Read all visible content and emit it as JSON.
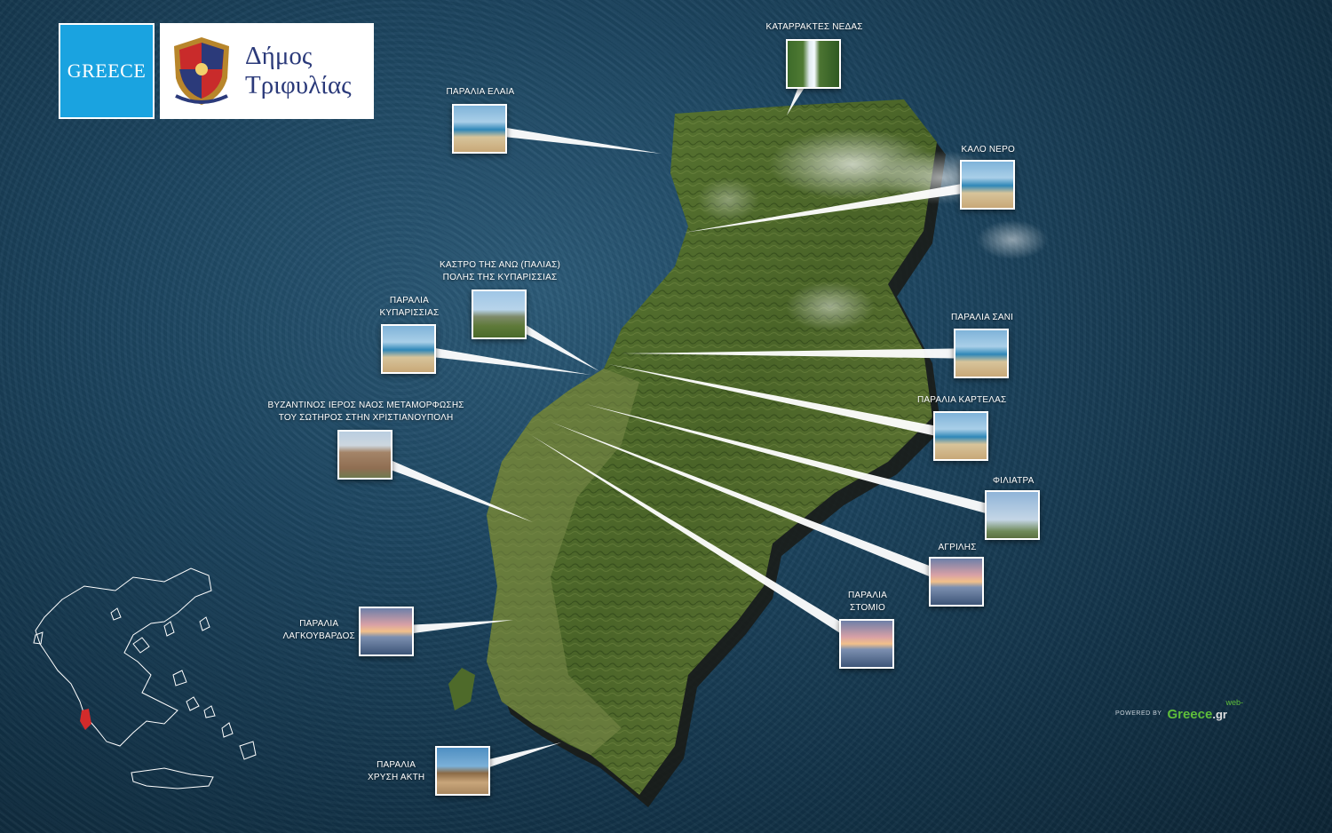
{
  "logos": {
    "greece_text": "GREECE",
    "municipality_line1": "Δήμος",
    "municipality_line2": "Τριφυλίας"
  },
  "colors": {
    "sea": "#1d4560",
    "land": "#4f6b2c",
    "greece_badge": "#1aa3e0",
    "highlight_region": "#d32b2b",
    "connector": "#ffffff"
  },
  "locations": [
    {
      "id": "neda",
      "label_lines": [
        "ΚΑΤΑΡΡΑΚΤΕΣ ΝΕΔΑΣ"
      ],
      "image": "waterfall-photo"
    },
    {
      "id": "elaia",
      "label_lines": [
        "ΠΑΡΑΛΙΑ ΕΛΑΙΑ"
      ],
      "image": "beach-photo"
    },
    {
      "id": "kalo-nero",
      "label_lines": [
        "ΚΑΛΟ ΝΕΡΟ"
      ],
      "image": "beach-photo"
    },
    {
      "id": "kastro",
      "label_lines": [
        "ΚΑΣΤΡΟ ΤΗΣ ΑΝΩ (ΠΑΛΙΑΣ)",
        "ΠΟΛΗΣ ΤΗΣ ΚΥΠΑΡΙΣΣΙΑΣ"
      ],
      "image": "castle-photo"
    },
    {
      "id": "kyparissia",
      "label_lines": [
        "ΠΑΡΑΛΙΑ",
        "ΚΥΠΑΡΙΣΣΙΑΣ"
      ],
      "image": "beach-photo"
    },
    {
      "id": "zani",
      "label_lines": [
        "ΠΑΡΑΛΙΑ ΣΑΝΙ"
      ],
      "image": "beach-photo"
    },
    {
      "id": "kartela",
      "label_lines": [
        "ΠΑΡΑΛΙΑ ΚΑΡΤΕΛΑΣ"
      ],
      "image": "beach-photo"
    },
    {
      "id": "byzantine",
      "label_lines": [
        "ΒΥΖΑΝΤΙΝΟΣ ΙΕΡΟΣ ΝΑΟΣ ΜΕΤΑΜΟΡΦΩΣΗΣ",
        "ΤΟΥ ΣΩΤΗΡΟΣ ΣΤΗΝ ΧΡΙΣΤΙΑΝΟΥΠΟΛΗ"
      ],
      "image": "church-photo"
    },
    {
      "id": "filiatra",
      "label_lines": [
        "ΦΙΛΙΑΤΡΑ"
      ],
      "image": "eiffel-tower-photo"
    },
    {
      "id": "agrilis",
      "label_lines": [
        "ΑΓΡΙΛΗΣ"
      ],
      "image": "sunset-photo"
    },
    {
      "id": "stomio",
      "label_lines": [
        "ΠΑΡΑΛΙΑ",
        "ΣΤΟΜΙΟ"
      ],
      "image": "sunset-photo"
    },
    {
      "id": "lagkouvardos",
      "label_lines": [
        "ΠΑΡΑΛΙΑ",
        "ΛΑΓΚΟΥΒΑΡΔΟΣ"
      ],
      "image": "sunset-photo"
    },
    {
      "id": "chrysi-akti",
      "label_lines": [
        "ΠΑΡΑΛΙΑ",
        "ΧΡΥΣΗ ΑΚΤΗ"
      ],
      "image": "beach-umbrella-photo"
    }
  ],
  "footer": {
    "powered_by": "POWERED BY",
    "brand_main": "Greece",
    "brand_sup": "web-",
    "brand_tld": ".gr"
  }
}
